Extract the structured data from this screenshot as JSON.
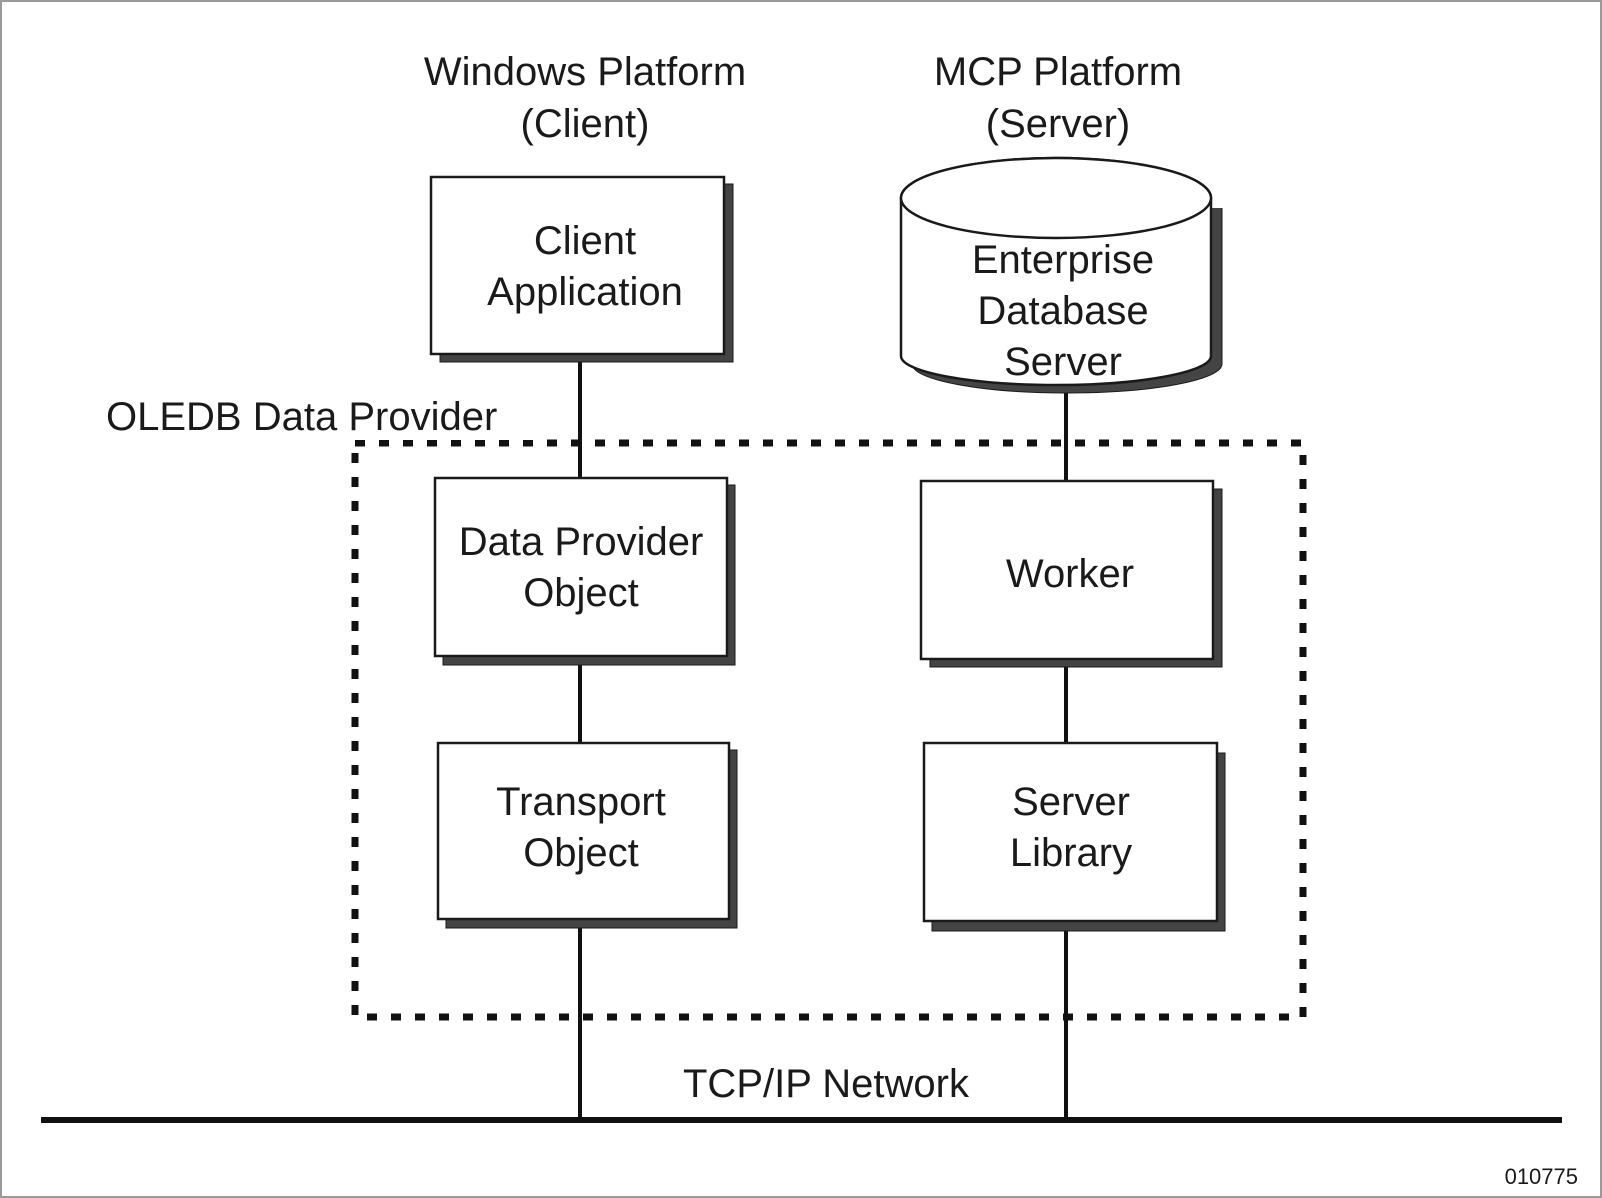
{
  "platforms": {
    "client": {
      "line1": "Windows Platform",
      "line2": "(Client)"
    },
    "server": {
      "line1": "MCP Platform",
      "line2": "(Server)"
    }
  },
  "group_label": "OLEDB Data Provider",
  "nodes": {
    "client_application": {
      "line1": "Client",
      "line2": "Application"
    },
    "enterprise_db": {
      "line1": "Enterprise",
      "line2": "Database",
      "line3": "Server"
    },
    "data_provider_object": {
      "line1": "Data Provider",
      "line2": "Object"
    },
    "worker": {
      "line1": "Worker"
    },
    "transport_object": {
      "line1": "Transport",
      "line2": "Object"
    },
    "server_library": {
      "line1": "Server",
      "line2": "Library"
    }
  },
  "network_label": "TCP/IP Network",
  "figure_id": "010775"
}
